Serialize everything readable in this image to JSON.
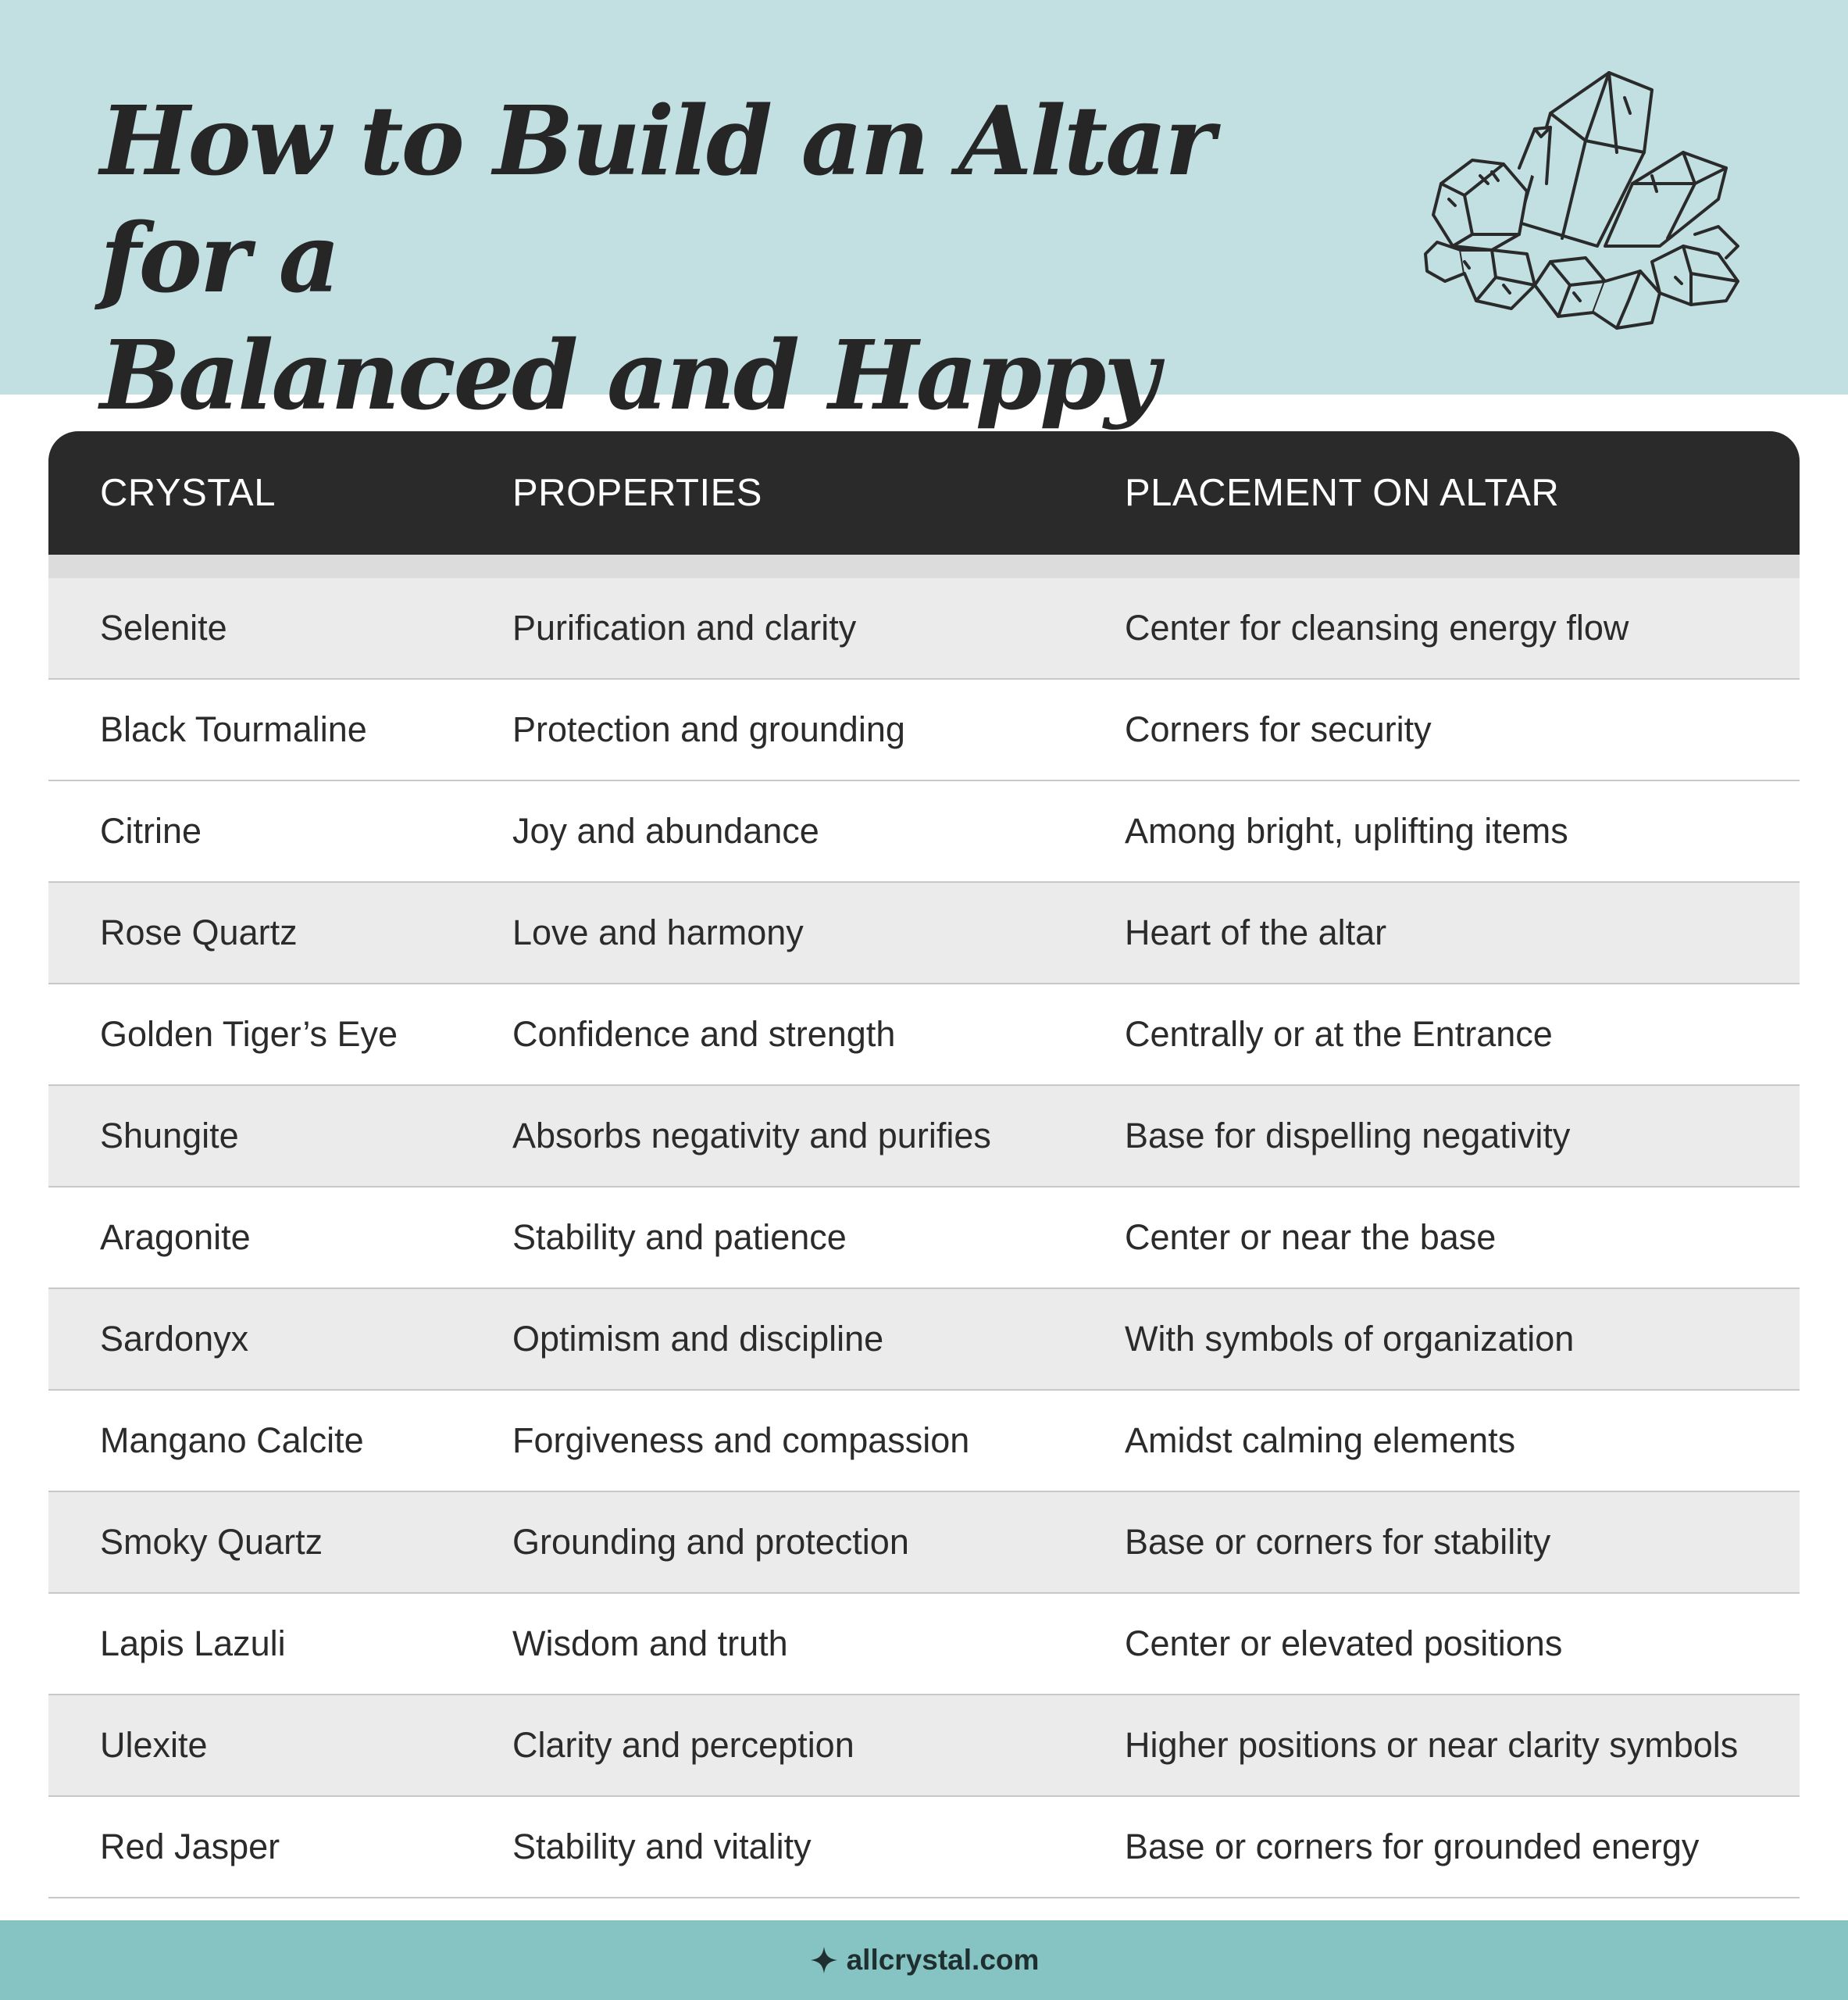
{
  "header": {
    "title_line1": "How to Build an Altar for a",
    "title_line2": "Balanced and Happy Home",
    "illustration_icon": "crystal-cluster-icon"
  },
  "table": {
    "columns": [
      "CRYSTAL",
      "PROPERTIES",
      "PLACEMENT ON ALTAR"
    ],
    "rows": [
      [
        "Selenite",
        "Purification and clarity",
        "Center for cleansing energy flow"
      ],
      [
        "Black Tourmaline",
        "Protection and grounding",
        "Corners for security"
      ],
      [
        "Citrine",
        "Joy and abundance",
        "Among bright, uplifting items"
      ],
      [
        "Rose Quartz",
        "Love and harmony",
        "Heart of the altar"
      ],
      [
        "Golden Tiger’s Eye",
        "Confidence and strength",
        "Centrally or at the Entrance"
      ],
      [
        "Shungite",
        "Absorbs negativity and purifies",
        "Base for dispelling negativity"
      ],
      [
        "Aragonite",
        "Stability and patience",
        "Center or near the base"
      ],
      [
        "Sardonyx",
        "Optimism and discipline",
        "With symbols of organization"
      ],
      [
        "Mangano Calcite",
        "Forgiveness and compassion",
        "Amidst calming elements"
      ],
      [
        "Smoky Quartz",
        "Grounding and protection",
        "Base or corners for stability"
      ],
      [
        "Lapis Lazuli",
        "Wisdom and truth",
        "Center or elevated positions"
      ],
      [
        "Ulexite",
        "Clarity and perception",
        "Higher positions or near clarity symbols"
      ],
      [
        "Red Jasper",
        "Stability and vitality",
        "Base or corners for grounded energy"
      ]
    ]
  },
  "footer": {
    "site": "allcrystal.com",
    "icon": "sparkle-icon"
  },
  "colors": {
    "header_bg": "#c2e0e2",
    "table_header_bg": "#2a2a2a",
    "row_shade": "#ebebeb",
    "footer_bg": "#86c4c3"
  }
}
